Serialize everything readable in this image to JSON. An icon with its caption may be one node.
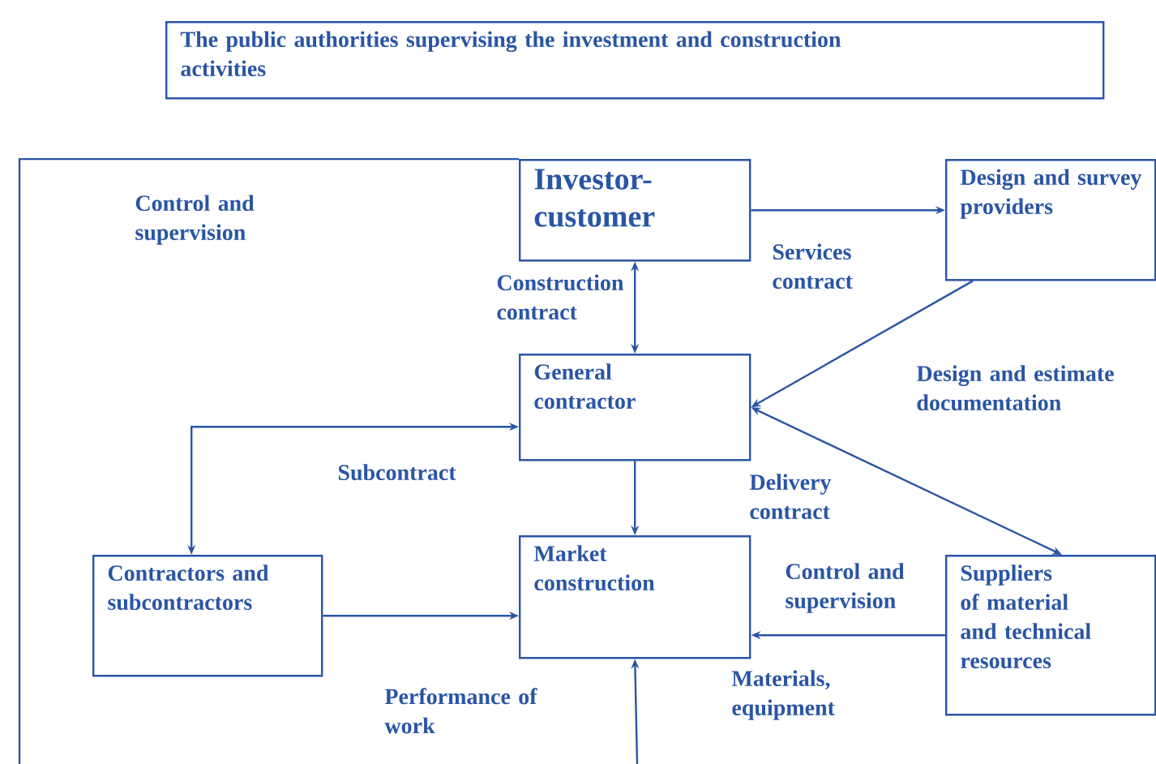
{
  "diagram": {
    "nodes": [
      {
        "text": [
          "The public authorities supervising the investment and construction activities"
        ]
      },
      {
        "text": [
          "Investor-customer"
        ]
      },
      {
        "text": [
          "Design and survey providers"
        ]
      },
      {
        "text": [
          "General contractor"
        ]
      },
      {
        "text": [
          "Contractors and subcontractors"
        ]
      },
      {
        "text": [
          "Market construction"
        ]
      },
      {
        "text": [
          "Suppliers of material and technical resources"
        ]
      }
    ],
    "edges": [
      {
        "from": 1,
        "to": 2,
        "arrow": "to",
        "label": "Services contract"
      },
      {
        "from": 1,
        "to": 3,
        "arrow": "both",
        "label": "Construction contract"
      },
      {
        "from": 2,
        "to": 3,
        "arrow": "to",
        "label": "Design and estimate documentation"
      },
      {
        "from": 3,
        "to": 6,
        "arrow": "both",
        "label": "Delivery contract"
      },
      {
        "from": 3,
        "to": 4,
        "arrow": "both",
        "label": "Subcontract"
      },
      {
        "from": 3,
        "to": 5,
        "arrow": "to"
      },
      {
        "from": 4,
        "to": 5,
        "arrow": "to"
      },
      {
        "from": 6,
        "to": 5,
        "arrow": "to",
        "label": "Materials, equipment"
      },
      {
        "from": null,
        "to": 5,
        "arrow": "to"
      }
    ],
    "labels": [
      "Control and supervision",
      "Control and supervision",
      "Performance of work"
    ]
  }
}
